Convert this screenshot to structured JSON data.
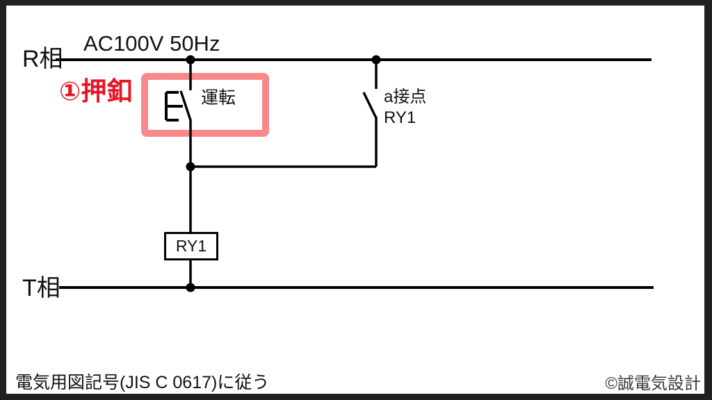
{
  "title": "AC100V 50Hz",
  "rails": {
    "top_label": "R相",
    "bottom_label": "T相"
  },
  "callout": {
    "label": "①押釦"
  },
  "pushbutton": {
    "label": "運転"
  },
  "a_contact": {
    "type_label": "a接点",
    "name_label": "RY1"
  },
  "relay_coil": {
    "label": "RY1"
  },
  "footer": {
    "standard_note": "電気用図記号(JIS C 0617)に従う",
    "copyright": "©誠電気設計"
  },
  "colors": {
    "callout_red": "#e61423",
    "highlight_pink": "#f8898b",
    "line_black": "#000000",
    "frame_dark": "#212121"
  }
}
